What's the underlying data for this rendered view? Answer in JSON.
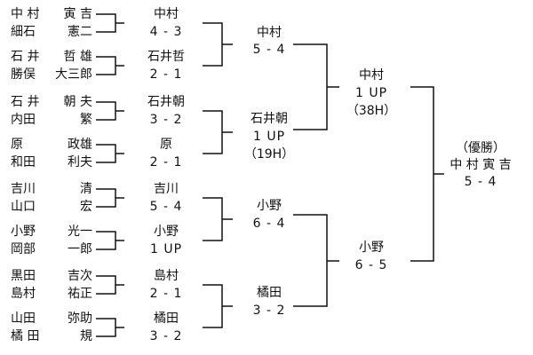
{
  "pairs": [
    {
      "p1": {
        "a": "中 村",
        "b": "寅 吉"
      },
      "p2": {
        "a": "細石",
        "b": "憲二"
      },
      "winner": "中村",
      "score": "4 - 3"
    },
    {
      "p1": {
        "a": "石 井",
        "b": "哲 雄"
      },
      "p2": {
        "a": "勝俣",
        "b": "大三郎"
      },
      "winner": "石井哲",
      "score": "2 - 1"
    },
    {
      "p1": {
        "a": "石 井",
        "b": "朝 夫"
      },
      "p2": {
        "a": "内田",
        "b": "繁"
      },
      "winner": "石井朝",
      "score": "3 - 2"
    },
    {
      "p1": {
        "a": "原",
        "b": "政雄"
      },
      "p2": {
        "a": "和田",
        "b": "利夫"
      },
      "winner": "原",
      "score": "2 - 1"
    },
    {
      "p1": {
        "a": "吉川",
        "b": "清"
      },
      "p2": {
        "a": "山口",
        "b": "宏"
      },
      "winner": "吉川",
      "score": "5 - 4"
    },
    {
      "p1": {
        "a": "小野",
        "b": "光一"
      },
      "p2": {
        "a": "岡部",
        "b": "一郎"
      },
      "winner": "小野",
      "score": "1 UP"
    },
    {
      "p1": {
        "a": "黒田",
        "b": "吉次"
      },
      "p2": {
        "a": "島村",
        "b": "祐正"
      },
      "winner": "島村",
      "score": "2 - 1"
    },
    {
      "p1": {
        "a": "山田",
        "b": "弥助"
      },
      "p2": {
        "a": "橘 田",
        "b": "規"
      },
      "winner": "橘田",
      "score": "3 - 2"
    }
  ],
  "round2": [
    {
      "winner": "中村",
      "score": "5 - 4",
      "extra": ""
    },
    {
      "winner": "石井朝",
      "score": "1 UP",
      "extra": "（19H）"
    },
    {
      "winner": "小野",
      "score": "6 - 4",
      "extra": ""
    },
    {
      "winner": "橘田",
      "score": "3 - 2",
      "extra": ""
    }
  ],
  "semis": [
    {
      "winner": "中村",
      "score": "1 UP",
      "extra": "（38H）"
    },
    {
      "winner": "小野",
      "score": "6 - 5",
      "extra": ""
    }
  ],
  "final": {
    "label": "（優勝）",
    "winner": "中 村 寅 吉",
    "score": "5 - 4"
  }
}
